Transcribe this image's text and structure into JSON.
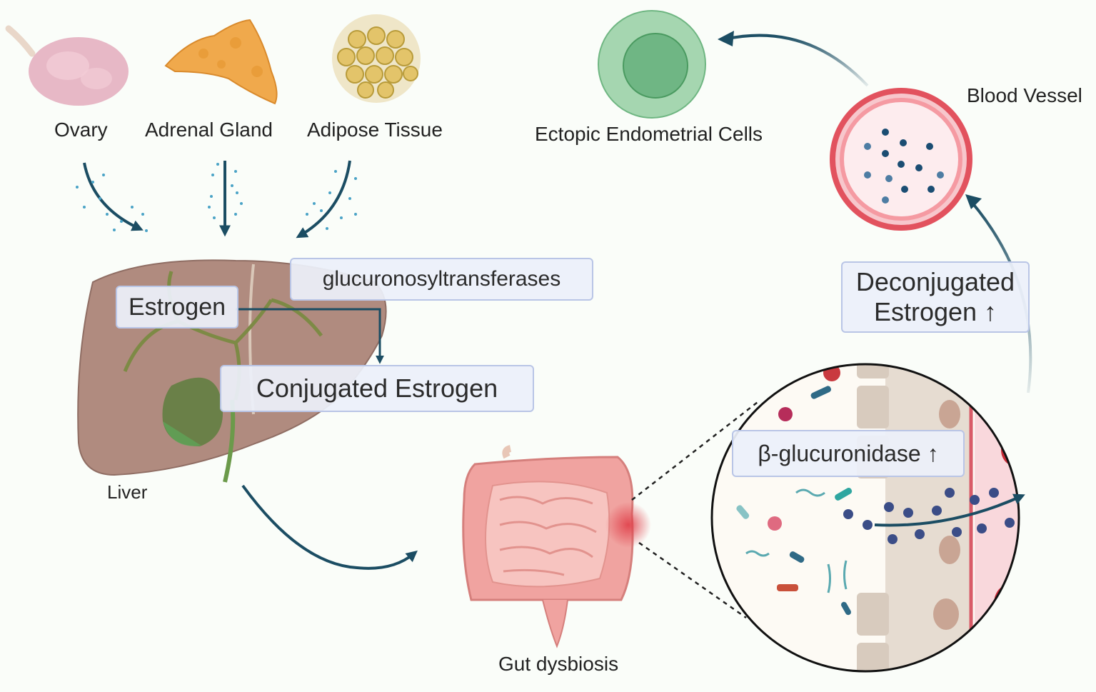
{
  "sources": {
    "ovary": "Ovary",
    "adrenal": "Adrenal Gland",
    "adipose": "Adipose Tissue"
  },
  "liver": {
    "label": "Liver",
    "estrogen": "Estrogen",
    "enzyme": "glucuronosyltransferases",
    "conjugated": "Conjugated Estrogen"
  },
  "gut": {
    "label": "Gut dysbiosis",
    "enzyme": "β-glucuronidase ↑"
  },
  "vessel": {
    "label": "Blood Vessel",
    "deconj_line1": "Deconjugated",
    "deconj_line2": "Estrogen ↑"
  },
  "target": {
    "label": "Ectopic Endometrial Cells"
  },
  "colors": {
    "arrow": "#1b4d63",
    "dot": "#2e5f9e",
    "box_border": "#b9c5e6"
  }
}
